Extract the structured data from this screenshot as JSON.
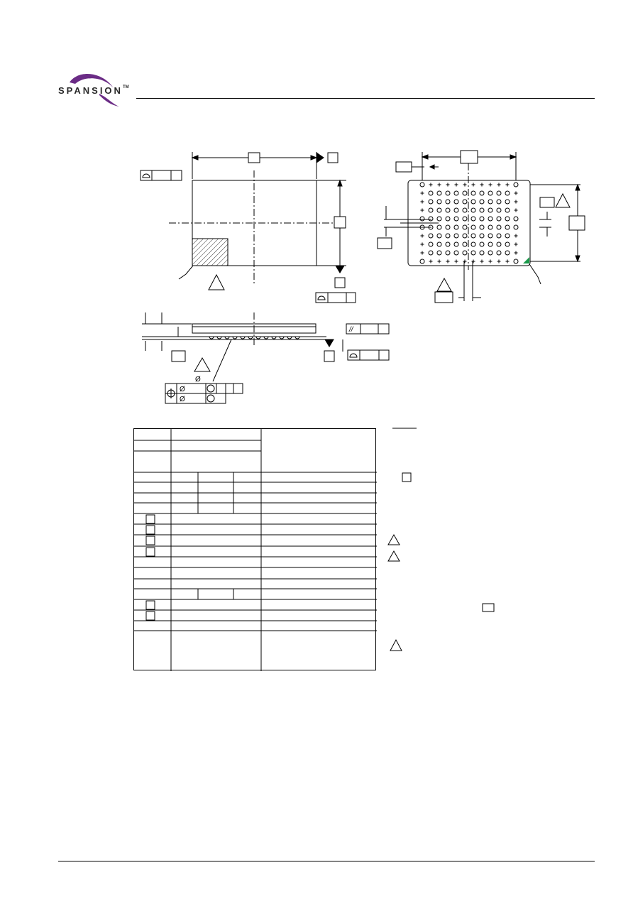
{
  "brand": {
    "logo_text": "SPANSION",
    "trademark": "TM"
  },
  "colors": {
    "logo_purple": "#6b2c86",
    "logo_text": "#2b2b2b",
    "corner_marker": "#1a9a4a"
  },
  "drawing": {
    "top_view": {
      "icons": [
        "flatness-symbol",
        "datum-triangle-black"
      ]
    },
    "bottom_view": {
      "ball_rows": 10,
      "ball_cols": 12,
      "icons": [
        "ball-circle",
        "ball-plus"
      ]
    },
    "side_view": {
      "diameter_symbol": "Ø",
      "parallelism_symbol": "//",
      "icons": [
        "flatness-symbol",
        "position-symbol",
        "diameter-symbol",
        "datum-triangle-black"
      ]
    }
  }
}
